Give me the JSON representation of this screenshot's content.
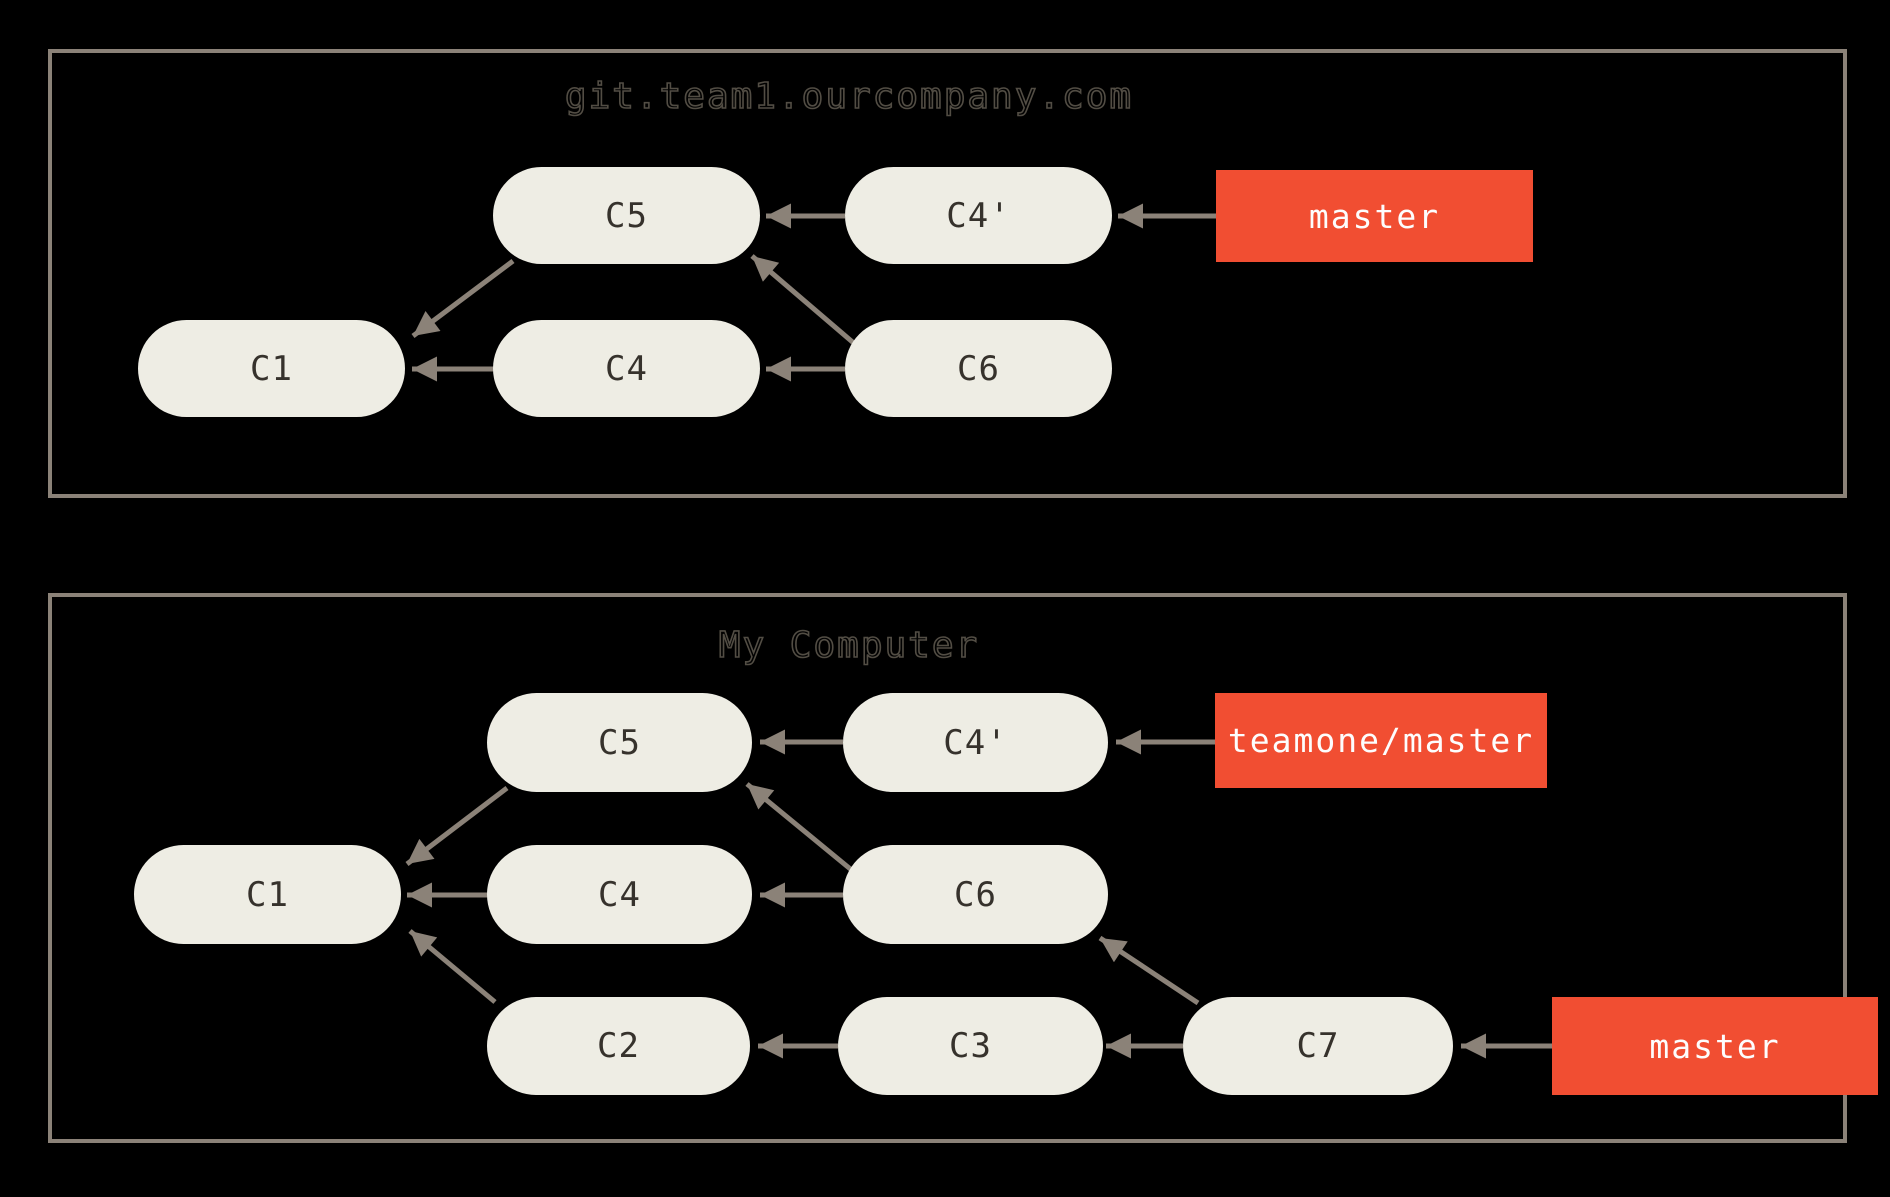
{
  "colors": {
    "background": "#000000",
    "panel_border": "#8b8278",
    "arrow": "#8b8278",
    "node_fill": "#eeede4",
    "node_text": "#36322c",
    "ref_fill": "#f14e32",
    "ref_text": "#fdfdfd",
    "title_outline": "#524d44"
  },
  "panels": [
    {
      "title": "git.team1.ourcompany.com",
      "nodes": [
        {
          "label": "C5"
        },
        {
          "label": "C4'"
        },
        {
          "label": "C1"
        },
        {
          "label": "C4"
        },
        {
          "label": "C6"
        }
      ],
      "refs": [
        {
          "label": "master",
          "points_to": "C4'"
        }
      ],
      "edges": [
        {
          "from": "C4'",
          "to": "C5"
        },
        {
          "from": "master",
          "to": "C4'"
        },
        {
          "from": "C5",
          "to": "C1"
        },
        {
          "from": "C4",
          "to": "C1"
        },
        {
          "from": "C6",
          "to": "C4"
        },
        {
          "from": "C6",
          "to": "C5"
        }
      ]
    },
    {
      "title": "My Computer",
      "nodes": [
        {
          "label": "C5"
        },
        {
          "label": "C4'"
        },
        {
          "label": "C1"
        },
        {
          "label": "C4"
        },
        {
          "label": "C6"
        },
        {
          "label": "C2"
        },
        {
          "label": "C3"
        },
        {
          "label": "C7"
        }
      ],
      "refs": [
        {
          "label": "teamone/master",
          "points_to": "C4'"
        },
        {
          "label": "master",
          "points_to": "C7"
        }
      ],
      "edges": [
        {
          "from": "C4'",
          "to": "C5"
        },
        {
          "from": "teamone/master",
          "to": "C4'"
        },
        {
          "from": "C5",
          "to": "C1"
        },
        {
          "from": "C4",
          "to": "C1"
        },
        {
          "from": "C6",
          "to": "C4"
        },
        {
          "from": "C6",
          "to": "C5"
        },
        {
          "from": "C2",
          "to": "C1"
        },
        {
          "from": "C3",
          "to": "C2"
        },
        {
          "from": "C7",
          "to": "C3"
        },
        {
          "from": "C7",
          "to": "C6"
        },
        {
          "from": "master",
          "to": "C7"
        }
      ]
    }
  ]
}
